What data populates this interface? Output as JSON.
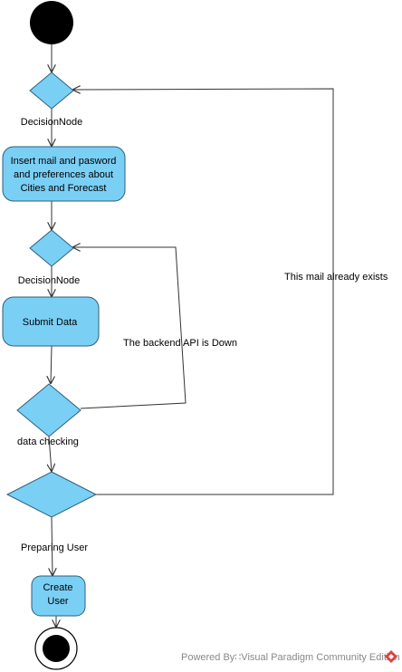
{
  "diagram": {
    "nodes": {
      "decision1_label": "DecisionNode",
      "action1_lines": [
        "Insert mail and pasword",
        "and preferences about",
        "Cities and Forecast"
      ],
      "decision2_label": "DecisionNode",
      "action2_label": "Submit Data",
      "decision3_label": "data checking",
      "action3_lines": [
        "Create",
        "User"
      ]
    },
    "edges": {
      "backend_down": "The backend API is Down",
      "mail_exists": "This mail already exists",
      "preparing_user": "Preparing User"
    }
  },
  "footer": {
    "text": "Powered By∷Visual Paradigm Community Edition"
  },
  "colors": {
    "node_fill": "#7ACFF5",
    "node_stroke": "#2D5F7A",
    "line": "#333333",
    "logo": "#E0403A"
  }
}
